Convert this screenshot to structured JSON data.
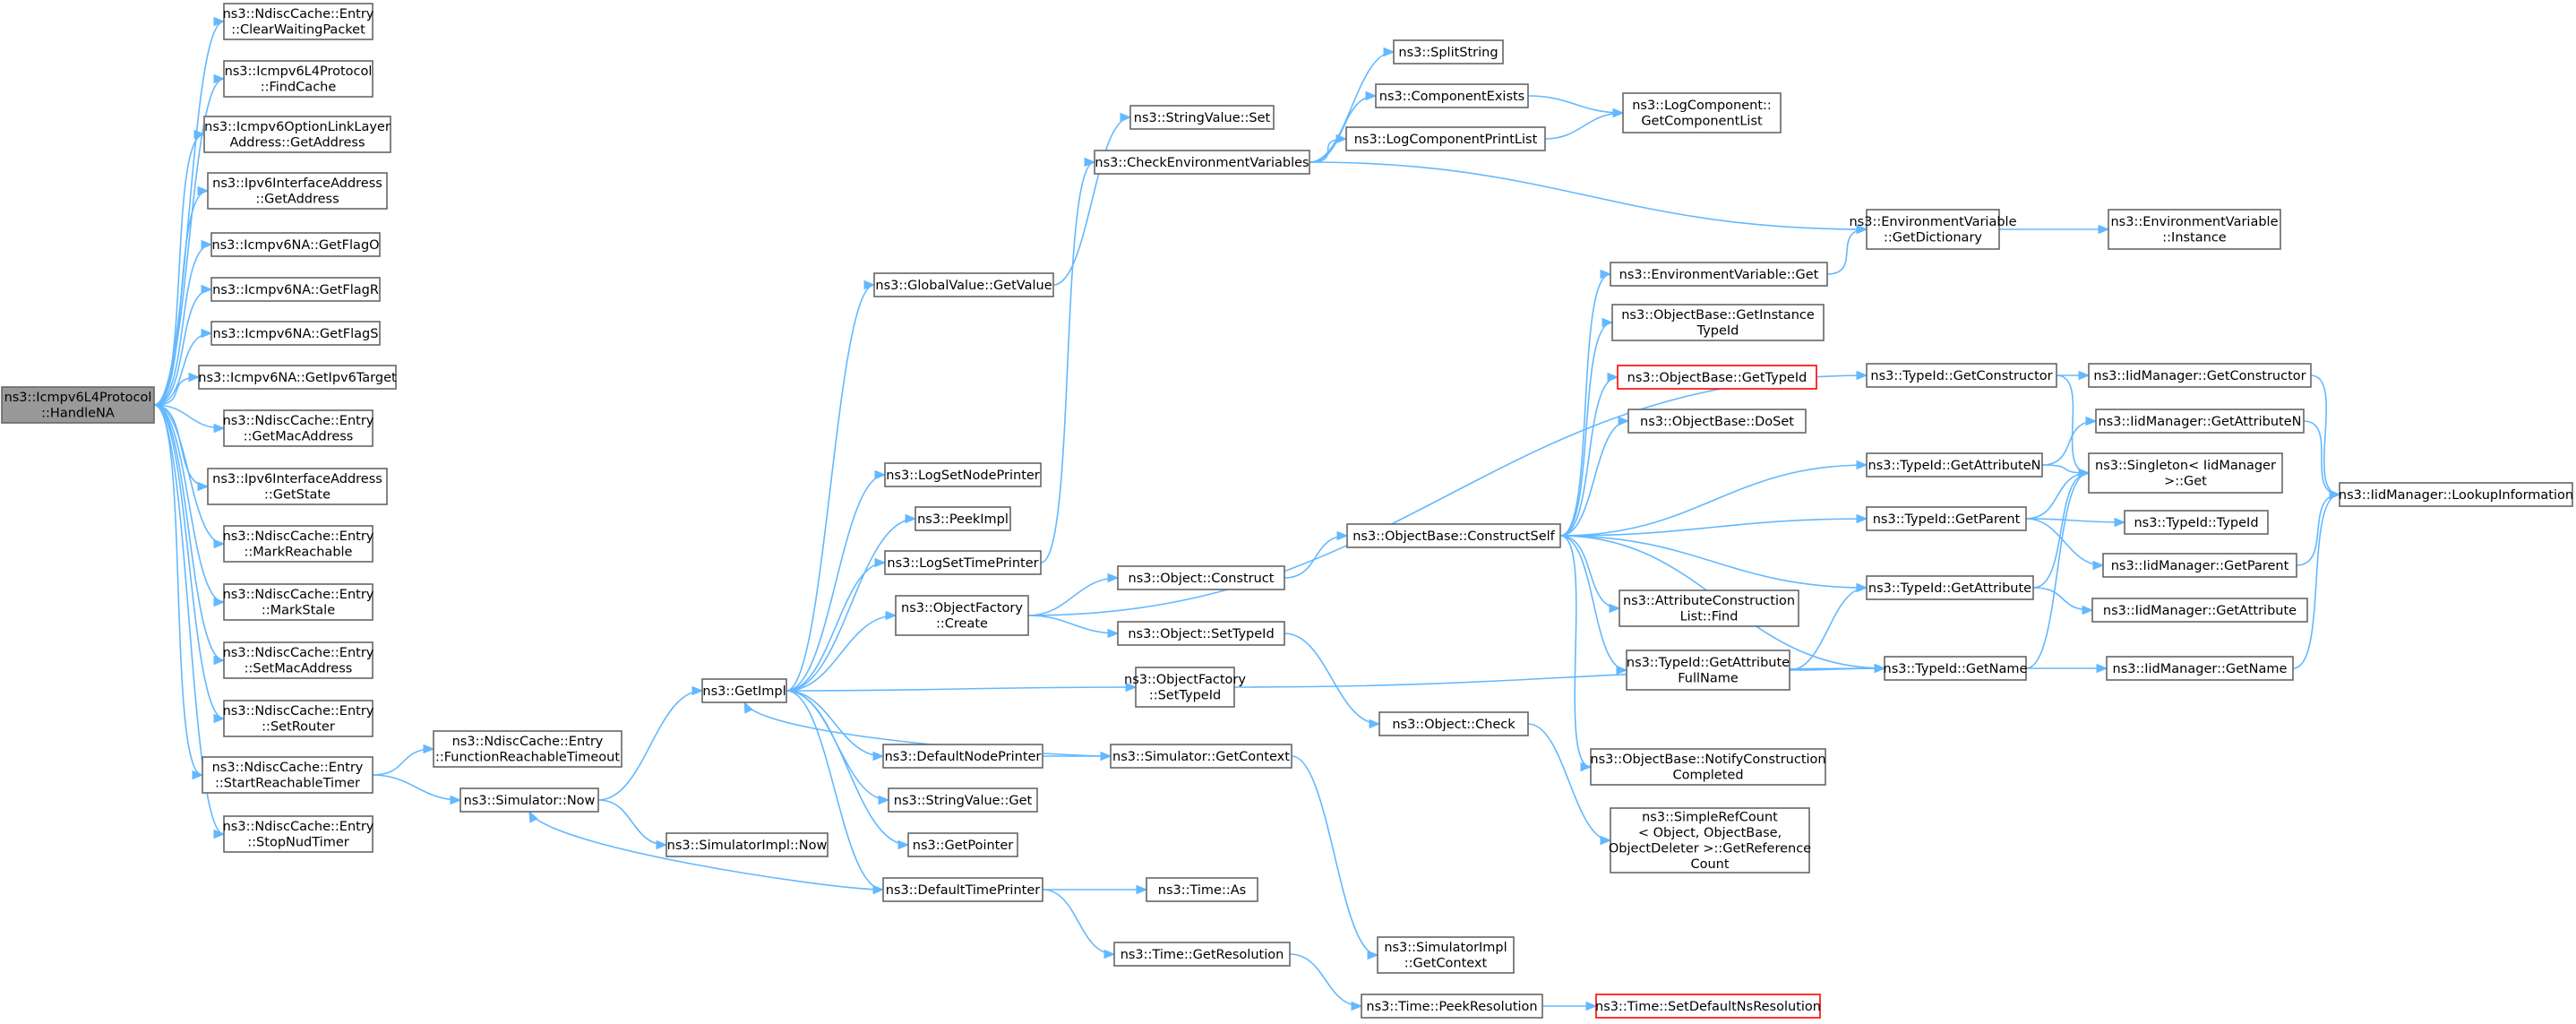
{
  "colors": {
    "edge": "#63b8ff",
    "node_border": "#666666",
    "root_fill": "#999999",
    "highlight_border": "#ff0000",
    "background": "#ffffff"
  },
  "nodes": [
    {
      "id": "HandleNA",
      "lines": [
        "ns3::Icmpv6L4Protocol",
        "::HandleNA"
      ],
      "style": "root"
    },
    {
      "id": "ClearWaitingPacket",
      "lines": [
        "ns3::NdiscCache::Entry",
        "::ClearWaitingPacket"
      ]
    },
    {
      "id": "FindCache",
      "lines": [
        "ns3::Icmpv6L4Protocol",
        "::FindCache"
      ]
    },
    {
      "id": "OptLinkGetAddress",
      "lines": [
        "ns3::Icmpv6OptionLinkLayer",
        "Address::GetAddress"
      ]
    },
    {
      "id": "Ipv6IfaceGetAddress",
      "lines": [
        "ns3::Ipv6InterfaceAddress",
        "::GetAddress"
      ]
    },
    {
      "id": "GetFlagO",
      "lines": [
        "ns3::Icmpv6NA::GetFlagO"
      ]
    },
    {
      "id": "GetFlagR",
      "lines": [
        "ns3::Icmpv6NA::GetFlagR"
      ]
    },
    {
      "id": "GetFlagS",
      "lines": [
        "ns3::Icmpv6NA::GetFlagS"
      ]
    },
    {
      "id": "GetIpv6Target",
      "lines": [
        "ns3::Icmpv6NA::GetIpv6Target"
      ]
    },
    {
      "id": "GetMacAddress",
      "lines": [
        "ns3::NdiscCache::Entry",
        "::GetMacAddress"
      ]
    },
    {
      "id": "GetState",
      "lines": [
        "ns3::Ipv6InterfaceAddress",
        "::GetState"
      ]
    },
    {
      "id": "MarkReachable",
      "lines": [
        "ns3::NdiscCache::Entry",
        "::MarkReachable"
      ]
    },
    {
      "id": "MarkStale",
      "lines": [
        "ns3::NdiscCache::Entry",
        "::MarkStale"
      ]
    },
    {
      "id": "SetMacAddress",
      "lines": [
        "ns3::NdiscCache::Entry",
        "::SetMacAddress"
      ]
    },
    {
      "id": "SetRouter",
      "lines": [
        "ns3::NdiscCache::Entry",
        "::SetRouter"
      ]
    },
    {
      "id": "StartReachableTimer",
      "lines": [
        "ns3::NdiscCache::Entry",
        "::StartReachableTimer"
      ]
    },
    {
      "id": "StopNudTimer",
      "lines": [
        "ns3::NdiscCache::Entry",
        "::StopNudTimer"
      ]
    },
    {
      "id": "FunctionReachableTimeout",
      "lines": [
        "ns3::NdiscCache::Entry",
        "::FunctionReachableTimeout"
      ]
    },
    {
      "id": "SimulatorNow",
      "lines": [
        "ns3::Simulator::Now"
      ]
    },
    {
      "id": "SimulatorImplNow",
      "lines": [
        "ns3::SimulatorImpl::Now"
      ]
    },
    {
      "id": "GetImpl",
      "lines": [
        "ns3::GetImpl"
      ]
    },
    {
      "id": "GlobalValueGetValue",
      "lines": [
        "ns3::GlobalValue::GetValue"
      ]
    },
    {
      "id": "StringValueSet",
      "lines": [
        "ns3::StringValue::Set"
      ]
    },
    {
      "id": "CheckEnvVars",
      "lines": [
        "ns3::CheckEnvironmentVariables"
      ]
    },
    {
      "id": "SplitString",
      "lines": [
        "ns3::SplitString"
      ]
    },
    {
      "id": "ComponentExists",
      "lines": [
        "ns3::ComponentExists"
      ]
    },
    {
      "id": "LogComponentPrintList",
      "lines": [
        "ns3::LogComponentPrintList"
      ]
    },
    {
      "id": "GetComponentList",
      "lines": [
        "ns3::LogComponent::",
        "GetComponentList"
      ]
    },
    {
      "id": "EnvGetDictionary",
      "lines": [
        "ns3::EnvironmentVariable",
        "::GetDictionary"
      ]
    },
    {
      "id": "EnvInstance",
      "lines": [
        "ns3::EnvironmentVariable",
        "::Instance"
      ]
    },
    {
      "id": "LogSetNodePrinter",
      "lines": [
        "ns3::LogSetNodePrinter"
      ]
    },
    {
      "id": "PeekImpl",
      "lines": [
        "ns3::PeekImpl"
      ]
    },
    {
      "id": "LogSetTimePrinter",
      "lines": [
        "ns3::LogSetTimePrinter"
      ]
    },
    {
      "id": "ObjectFactoryCreate",
      "lines": [
        "ns3::ObjectFactory",
        "::Create"
      ]
    },
    {
      "id": "ObjectFactorySetTypeId",
      "lines": [
        "ns3::ObjectFactory",
        "::SetTypeId"
      ]
    },
    {
      "id": "DefaultNodePrinter",
      "lines": [
        "ns3::DefaultNodePrinter"
      ]
    },
    {
      "id": "StringValueGet",
      "lines": [
        "ns3::StringValue::Get"
      ]
    },
    {
      "id": "GetPointer",
      "lines": [
        "ns3::GetPointer"
      ]
    },
    {
      "id": "DefaultTimePrinter",
      "lines": [
        "ns3::DefaultTimePrinter"
      ]
    },
    {
      "id": "ObjectConstruct",
      "lines": [
        "ns3::Object::Construct"
      ]
    },
    {
      "id": "ObjectSetTypeId",
      "lines": [
        "ns3::Object::SetTypeId"
      ]
    },
    {
      "id": "SimulatorGetContext",
      "lines": [
        "ns3::Simulator::GetContext"
      ]
    },
    {
      "id": "TimeAs",
      "lines": [
        "ns3::Time::As"
      ]
    },
    {
      "id": "TimeGetResolution",
      "lines": [
        "ns3::Time::GetResolution"
      ]
    },
    {
      "id": "SimImplGetContext",
      "lines": [
        "ns3::SimulatorImpl",
        "::GetContext"
      ]
    },
    {
      "id": "TimePeekResolution",
      "lines": [
        "ns3::Time::PeekResolution"
      ]
    },
    {
      "id": "TimeSetDefaultNsResolution",
      "lines": [
        "ns3::Time::SetDefaultNsResolution"
      ],
      "style": "red"
    },
    {
      "id": "ConstructSelf",
      "lines": [
        "ns3::ObjectBase::ConstructSelf"
      ]
    },
    {
      "id": "ObjectCheck",
      "lines": [
        "ns3::Object::Check"
      ]
    },
    {
      "id": "EnvGet",
      "lines": [
        "ns3::EnvironmentVariable::Get"
      ]
    },
    {
      "id": "GetInstanceTypeId",
      "lines": [
        "ns3::ObjectBase::GetInstance",
        "TypeId"
      ]
    },
    {
      "id": "ObjectBaseGetTypeId",
      "lines": [
        "ns3::ObjectBase::GetTypeId"
      ],
      "style": "red"
    },
    {
      "id": "DoSet",
      "lines": [
        "ns3::ObjectBase::DoSet"
      ]
    },
    {
      "id": "AttrConstructionListFind",
      "lines": [
        "ns3::AttributeConstruction",
        "List::Find"
      ]
    },
    {
      "id": "GetAttributeFullName",
      "lines": [
        "ns3::TypeId::GetAttribute",
        "FullName"
      ]
    },
    {
      "id": "NotifyConstructionCompleted",
      "lines": [
        "ns3::ObjectBase::NotifyConstruction",
        "Completed"
      ]
    },
    {
      "id": "GetReferenceCount",
      "lines": [
        "ns3::SimpleRefCount",
        "< Object, ObjectBase,",
        "ObjectDeleter >::GetReference",
        "Count"
      ]
    },
    {
      "id": "TypeIdGetConstructor",
      "lines": [
        "ns3::TypeId::GetConstructor"
      ]
    },
    {
      "id": "TypeIdGetAttributeN",
      "lines": [
        "ns3::TypeId::GetAttributeN"
      ]
    },
    {
      "id": "TypeIdGetParent",
      "lines": [
        "ns3::TypeId::GetParent"
      ]
    },
    {
      "id": "TypeIdGetAttribute",
      "lines": [
        "ns3::TypeId::GetAttribute"
      ]
    },
    {
      "id": "TypeIdGetName",
      "lines": [
        "ns3::TypeId::GetName"
      ]
    },
    {
      "id": "SingletonGet",
      "lines": [
        "ns3::Singleton< IidManager",
        ">::Get"
      ]
    },
    {
      "id": "TypeIdTypeId",
      "lines": [
        "ns3::TypeId::TypeId"
      ]
    },
    {
      "id": "IidGetConstructor",
      "lines": [
        "ns3::IidManager::GetConstructor"
      ]
    },
    {
      "id": "IidGetAttributeN",
      "lines": [
        "ns3::IidManager::GetAttributeN"
      ]
    },
    {
      "id": "IidGetParent",
      "lines": [
        "ns3::IidManager::GetParent"
      ]
    },
    {
      "id": "IidGetAttribute",
      "lines": [
        "ns3::IidManager::GetAttribute"
      ]
    },
    {
      "id": "IidGetName",
      "lines": [
        "ns3::IidManager::GetName"
      ]
    },
    {
      "id": "IidLookupInformation",
      "lines": [
        "ns3::IidManager::LookupInformation"
      ]
    }
  ],
  "edges": [
    [
      "HandleNA",
      "ClearWaitingPacket"
    ],
    [
      "HandleNA",
      "FindCache"
    ],
    [
      "HandleNA",
      "OptLinkGetAddress"
    ],
    [
      "HandleNA",
      "Ipv6IfaceGetAddress"
    ],
    [
      "HandleNA",
      "GetFlagO"
    ],
    [
      "HandleNA",
      "GetFlagR"
    ],
    [
      "HandleNA",
      "GetFlagS"
    ],
    [
      "HandleNA",
      "GetIpv6Target"
    ],
    [
      "HandleNA",
      "GetMacAddress"
    ],
    [
      "HandleNA",
      "GetState"
    ],
    [
      "HandleNA",
      "MarkReachable"
    ],
    [
      "HandleNA",
      "MarkStale"
    ],
    [
      "HandleNA",
      "SetMacAddress"
    ],
    [
      "HandleNA",
      "SetRouter"
    ],
    [
      "HandleNA",
      "StartReachableTimer"
    ],
    [
      "HandleNA",
      "StopNudTimer"
    ],
    [
      "StartReachableTimer",
      "FunctionReachableTimeout"
    ],
    [
      "StartReachableTimer",
      "SimulatorNow"
    ],
    [
      "SimulatorNow",
      "GetImpl"
    ],
    [
      "SimulatorNow",
      "SimulatorImplNow"
    ],
    [
      "GetImpl",
      "GlobalValueGetValue"
    ],
    [
      "GetImpl",
      "LogSetNodePrinter"
    ],
    [
      "GetImpl",
      "PeekImpl"
    ],
    [
      "GetImpl",
      "LogSetTimePrinter"
    ],
    [
      "GetImpl",
      "ObjectFactoryCreate"
    ],
    [
      "GetImpl",
      "ObjectFactorySetTypeId"
    ],
    [
      "GetImpl",
      "DefaultNodePrinter"
    ],
    [
      "GetImpl",
      "StringValueGet"
    ],
    [
      "GetImpl",
      "GetPointer"
    ],
    [
      "GetImpl",
      "DefaultTimePrinter"
    ],
    [
      "GlobalValueGetValue",
      "StringValueSet"
    ],
    [
      "LogSetTimePrinter",
      "CheckEnvVars"
    ],
    [
      "CheckEnvVars",
      "SplitString"
    ],
    [
      "CheckEnvVars",
      "ComponentExists"
    ],
    [
      "CheckEnvVars",
      "LogComponentPrintList"
    ],
    [
      "CheckEnvVars",
      "EnvGetDictionary"
    ],
    [
      "ComponentExists",
      "GetComponentList"
    ],
    [
      "LogComponentPrintList",
      "GetComponentList"
    ],
    [
      "EnvGetDictionary",
      "EnvInstance"
    ],
    [
      "ObjectFactoryCreate",
      "ObjectConstruct"
    ],
    [
      "ObjectFactoryCreate",
      "ObjectSetTypeId"
    ],
    [
      "ObjectFactoryCreate",
      "TypeIdGetConstructor"
    ],
    [
      "ObjectFactorySetTypeId",
      "TypeIdGetName"
    ],
    [
      "DefaultNodePrinter",
      "SimulatorGetContext"
    ],
    [
      "SimulatorGetContext",
      "GetImpl"
    ],
    [
      "SimulatorGetContext",
      "SimImplGetContext"
    ],
    [
      "DefaultTimePrinter",
      "SimulatorNow"
    ],
    [
      "DefaultTimePrinter",
      "TimeAs"
    ],
    [
      "DefaultTimePrinter",
      "TimeGetResolution"
    ],
    [
      "TimeGetResolution",
      "TimePeekResolution"
    ],
    [
      "TimePeekResolution",
      "TimeSetDefaultNsResolution"
    ],
    [
      "ObjectConstruct",
      "ConstructSelf"
    ],
    [
      "ObjectSetTypeId",
      "ObjectCheck"
    ],
    [
      "ObjectCheck",
      "GetReferenceCount"
    ],
    [
      "ConstructSelf",
      "EnvGet"
    ],
    [
      "ConstructSelf",
      "GetInstanceTypeId"
    ],
    [
      "ConstructSelf",
      "ObjectBaseGetTypeId"
    ],
    [
      "ConstructSelf",
      "DoSet"
    ],
    [
      "ConstructSelf",
      "AttrConstructionListFind"
    ],
    [
      "ConstructSelf",
      "GetAttributeFullName"
    ],
    [
      "ConstructSelf",
      "NotifyConstructionCompleted"
    ],
    [
      "ConstructSelf",
      "TypeIdGetAttributeN"
    ],
    [
      "ConstructSelf",
      "TypeIdGetParent"
    ],
    [
      "ConstructSelf",
      "TypeIdGetAttribute"
    ],
    [
      "ConstructSelf",
      "TypeIdGetName"
    ],
    [
      "EnvGet",
      "EnvGetDictionary"
    ],
    [
      "GetAttributeFullName",
      "TypeIdGetAttribute"
    ],
    [
      "GetAttributeFullName",
      "TypeIdGetName"
    ],
    [
      "TypeIdGetConstructor",
      "IidGetConstructor"
    ],
    [
      "TypeIdGetConstructor",
      "SingletonGet"
    ],
    [
      "TypeIdGetAttributeN",
      "IidGetAttributeN"
    ],
    [
      "TypeIdGetAttributeN",
      "SingletonGet"
    ],
    [
      "TypeIdGetParent",
      "SingletonGet"
    ],
    [
      "TypeIdGetParent",
      "TypeIdTypeId"
    ],
    [
      "TypeIdGetParent",
      "IidGetParent"
    ],
    [
      "TypeIdGetAttribute",
      "SingletonGet"
    ],
    [
      "TypeIdGetAttribute",
      "IidGetAttribute"
    ],
    [
      "TypeIdGetName",
      "SingletonGet"
    ],
    [
      "TypeIdGetName",
      "IidGetName"
    ],
    [
      "IidGetConstructor",
      "IidLookupInformation"
    ],
    [
      "IidGetAttributeN",
      "IidLookupInformation"
    ],
    [
      "IidGetParent",
      "IidLookupInformation"
    ],
    [
      "IidGetName",
      "IidLookupInformation"
    ]
  ]
}
